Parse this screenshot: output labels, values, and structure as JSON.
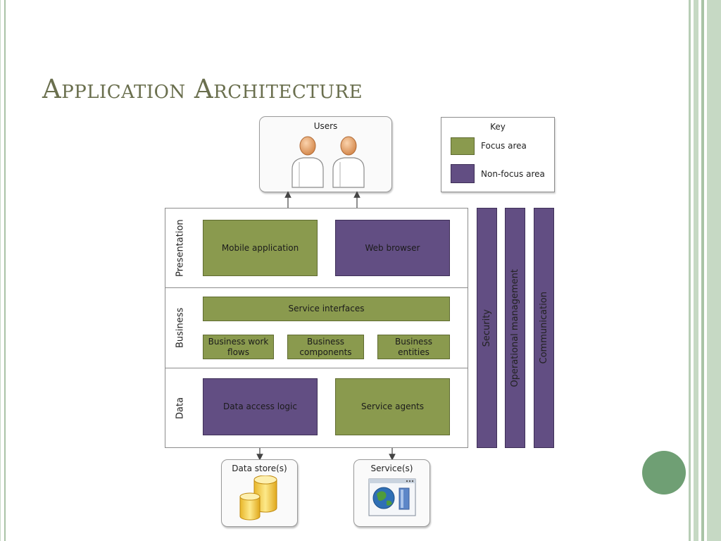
{
  "slide": {
    "title": "Application Architecture"
  },
  "diagram": {
    "users": {
      "label": "Users"
    },
    "key": {
      "title": "Key",
      "focus_label": "Focus area",
      "nonfocus_label": "Non-focus area"
    },
    "layers": {
      "presentation": "Presentation",
      "business": "Business",
      "data": "Data"
    },
    "boxes": {
      "mobile_application": "Mobile application",
      "web_browser": "Web browser",
      "service_interfaces": "Service interfaces",
      "business_work_flows": "Business work flows",
      "business_components": "Business components",
      "business_entities": "Business entities",
      "data_access_logic": "Data access logic",
      "service_agents": "Service agents"
    },
    "crosscutting": {
      "security": "Security",
      "operational_management": "Operational management",
      "communication": "Communication"
    },
    "externals": {
      "data_stores": "Data store(s)",
      "services": "Service(s)"
    },
    "colors": {
      "focus": "#8a9a4e",
      "nonfocus": "#624e83",
      "accent_circle": "#6f9f74",
      "title": "#6a6f4e"
    },
    "icons": [
      "user-icon",
      "database-icon",
      "web-service-icon"
    ]
  }
}
